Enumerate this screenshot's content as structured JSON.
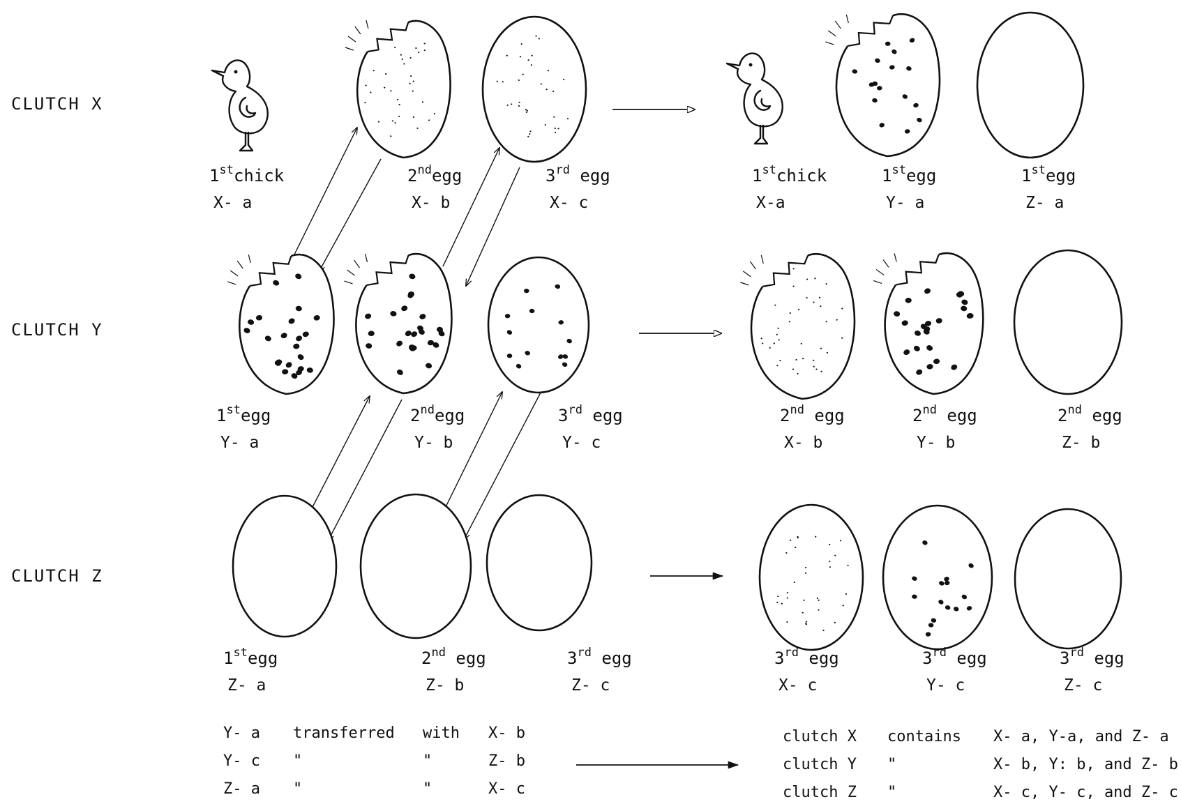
{
  "clutch_labels": [
    "CLUTCH  X",
    "CLUTCH  Y",
    "CLUTCH  Z"
  ],
  "before": {
    "row_x": [
      {
        "ord": "1",
        "sup": "st",
        "word": "chick",
        "id": "X- a"
      },
      {
        "ord": "2",
        "sup": "nd",
        "word": "egg",
        "id": "X- b"
      },
      {
        "ord": "3",
        "sup": "rd",
        "word": " egg",
        "id": "X- c"
      }
    ],
    "row_y": [
      {
        "ord": "1",
        "sup": "st",
        "word": "egg",
        "id": "Y- a"
      },
      {
        "ord": "2",
        "sup": "nd",
        "word": "egg",
        "id": "Y- b"
      },
      {
        "ord": "3",
        "sup": "rd",
        "word": " egg",
        "id": "Y- c"
      }
    ],
    "row_z": [
      {
        "ord": "1",
        "sup": "st",
        "word": "egg",
        "id": "Z- a"
      },
      {
        "ord": "2",
        "sup": "nd",
        "word": " egg",
        "id": "Z- b"
      },
      {
        "ord": "3",
        "sup": "rd",
        "word": " egg",
        "id": "Z- c"
      }
    ]
  },
  "after": {
    "row_x": [
      {
        "ord": "1",
        "sup": "st",
        "word": "chick",
        "id": "X-a"
      },
      {
        "ord": "1",
        "sup": "st",
        "word": "egg",
        "id": "Y- a"
      },
      {
        "ord": "1",
        "sup": "st",
        "word": "egg",
        "id": "Z- a"
      }
    ],
    "row_y": [
      {
        "ord": "2",
        "sup": "nd",
        "word": " egg",
        "id": "X- b"
      },
      {
        "ord": "2",
        "sup": "nd",
        "word": " egg",
        "id": "Y- b"
      },
      {
        "ord": "2",
        "sup": "nd",
        "word": " egg",
        "id": "Z- b"
      }
    ],
    "row_z": [
      {
        "ord": "3",
        "sup": "rd",
        "word": " egg",
        "id": "X- c"
      },
      {
        "ord": "3",
        "sup": "rd",
        "word": " egg",
        "id": "Y- c"
      },
      {
        "ord": "3",
        "sup": "rd",
        "word": " egg",
        "id": "Z- c"
      }
    ]
  },
  "transfers": {
    "rows": [
      [
        "Y- a",
        "transferred",
        "with",
        "X- b"
      ],
      [
        "Y- c",
        "\"",
        "\"",
        "Z- b"
      ],
      [
        "Z- a",
        "\"",
        "\"",
        "X- c"
      ]
    ]
  },
  "results": {
    "rows": [
      [
        "clutch  X",
        "contains",
        "X- a,  Y-a,   and    Z- a"
      ],
      [
        "clutch  Y",
        "\"",
        "X- b,  Y: b,   and    Z- b"
      ],
      [
        "clutch  Z",
        "\"",
        "X- c,  Y- c,   and    Z- c"
      ]
    ]
  }
}
